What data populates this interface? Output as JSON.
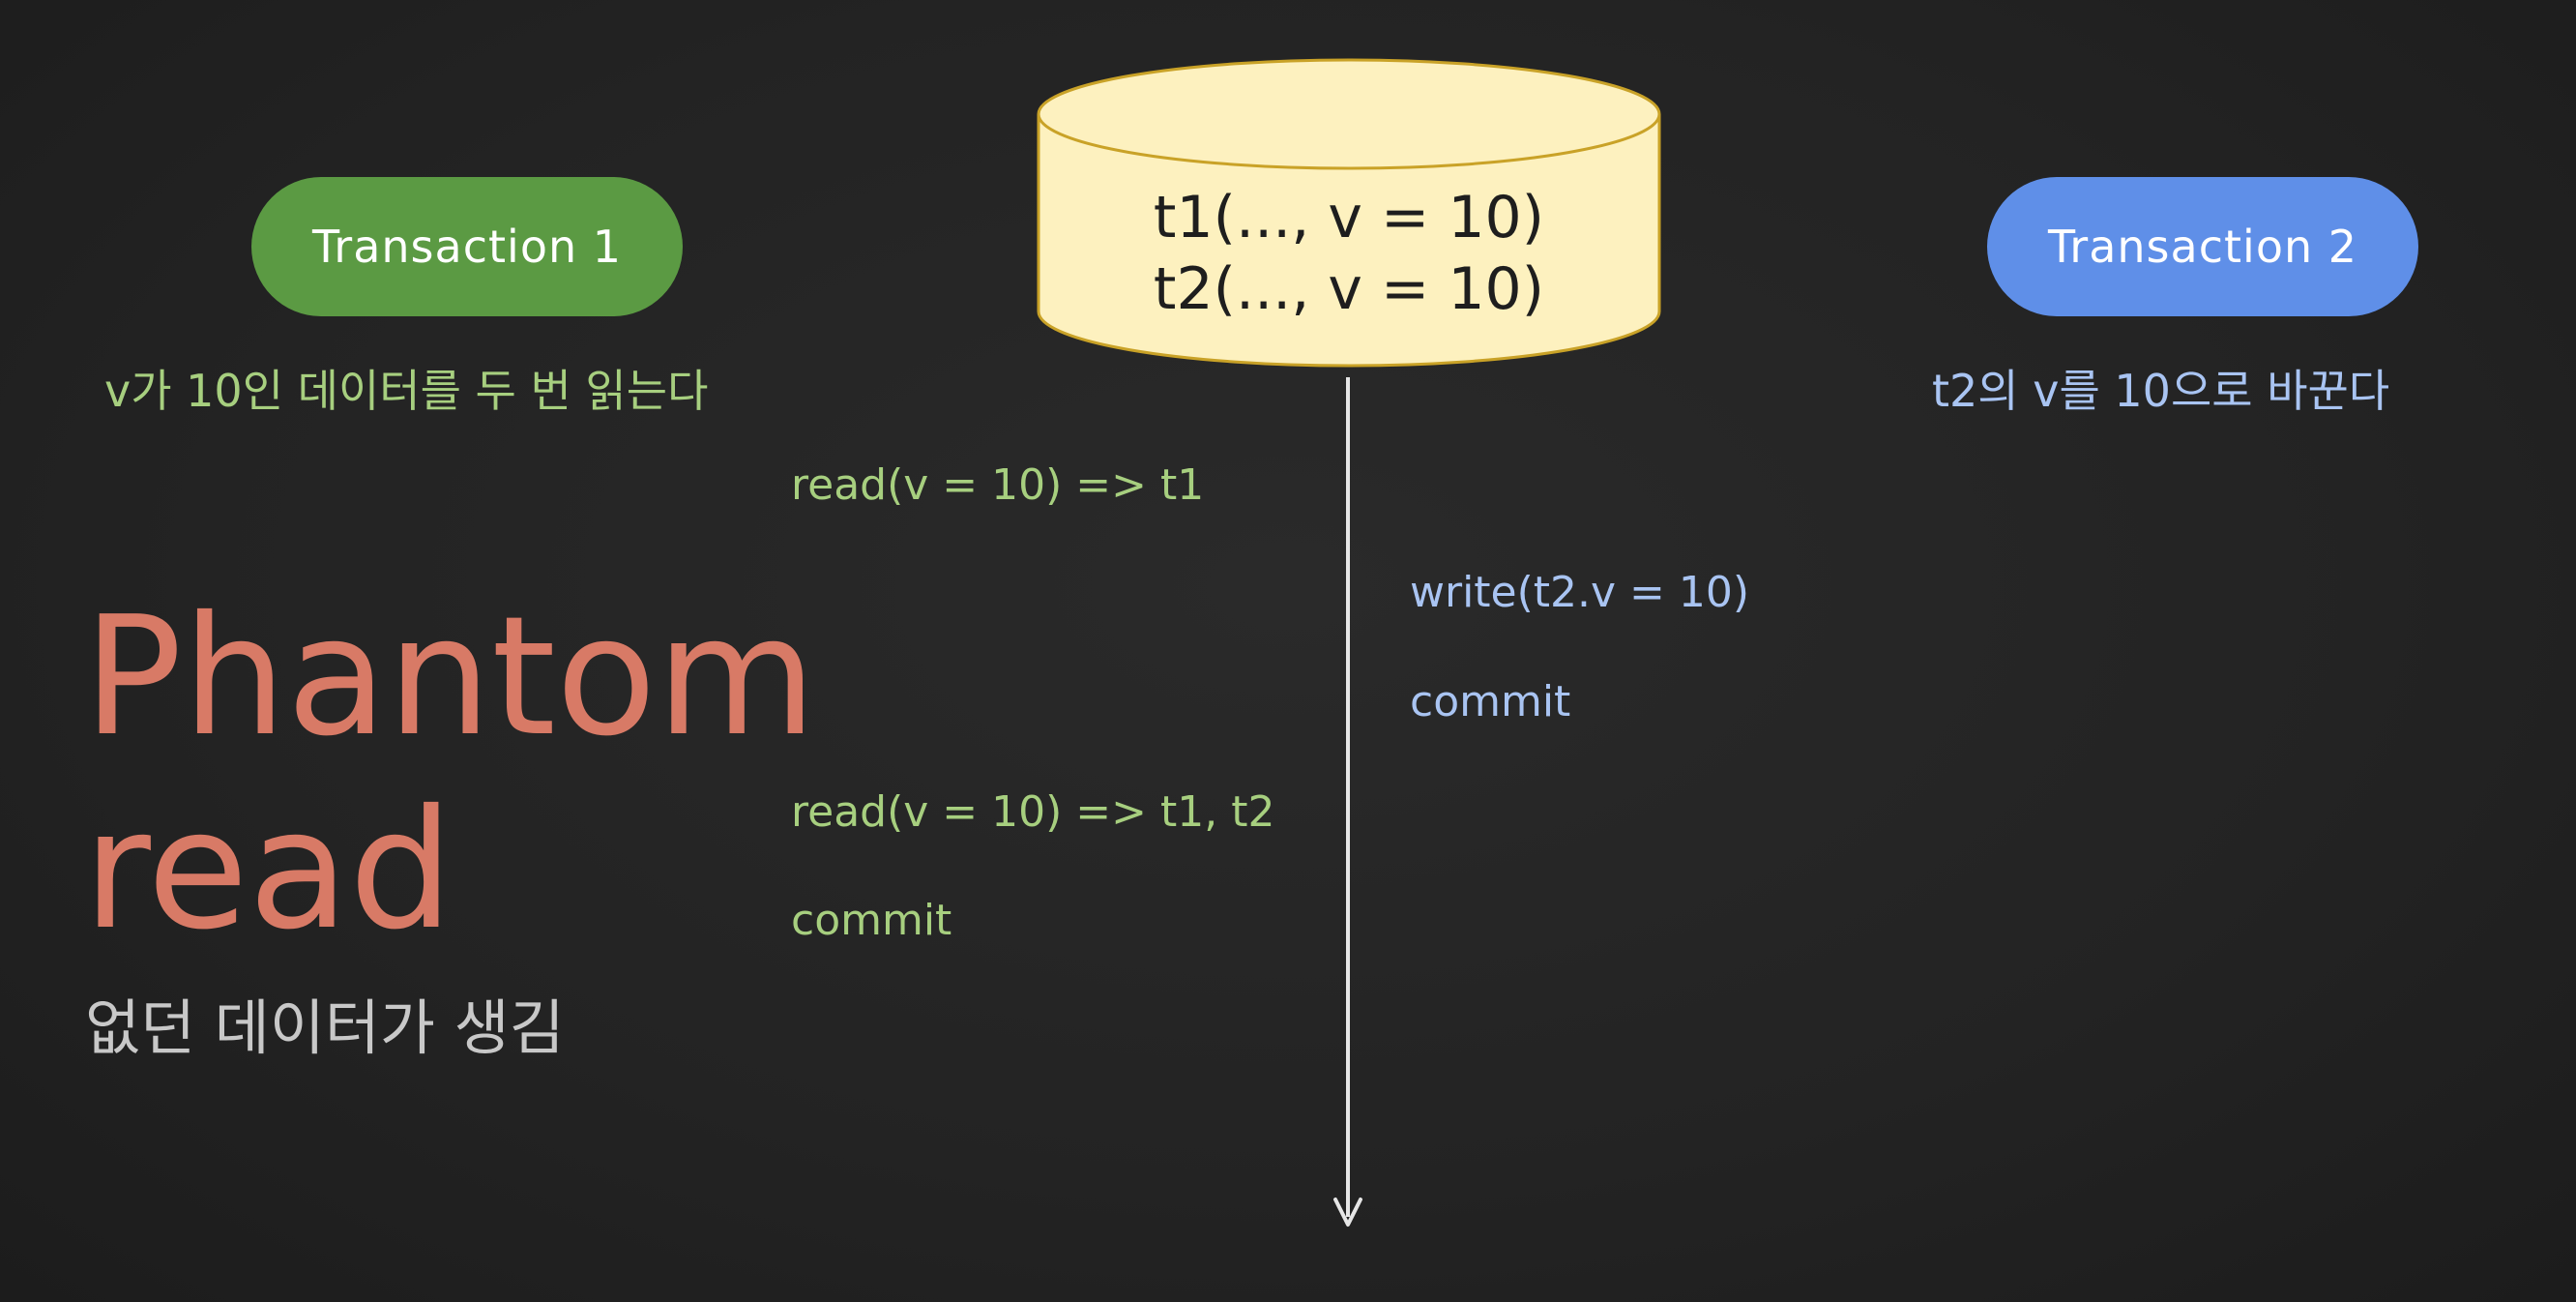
{
  "transaction1": {
    "label": "Transaction 1",
    "description": "v가 10인 데이터를 두 번 읽는다",
    "color": "#5b9a43",
    "text_color": "#a7cf7f"
  },
  "transaction2": {
    "label": "Transaction 2",
    "description": "t2의 v를 10으로 바꾼다",
    "color": "#5f8fe8",
    "text_color": "#a9c4f2"
  },
  "database": {
    "rows": [
      "t1(..., v = 10)",
      "t2(..., v = 10)"
    ],
    "fill_color": "#fdf1bf",
    "stroke_color": "#c9a227"
  },
  "operations": {
    "read1": "read(v = 10) => t1",
    "write": "write(t2.v = 10)",
    "commit_t2": "commit",
    "read2": "read(v = 10) => t1, t2",
    "commit_t1": "commit"
  },
  "title": "Phantom\nread",
  "caption": "없던 데이터가 생김",
  "colors": {
    "background": "#252526",
    "title": "#d87a66",
    "timeline": "#e6e6e6"
  }
}
